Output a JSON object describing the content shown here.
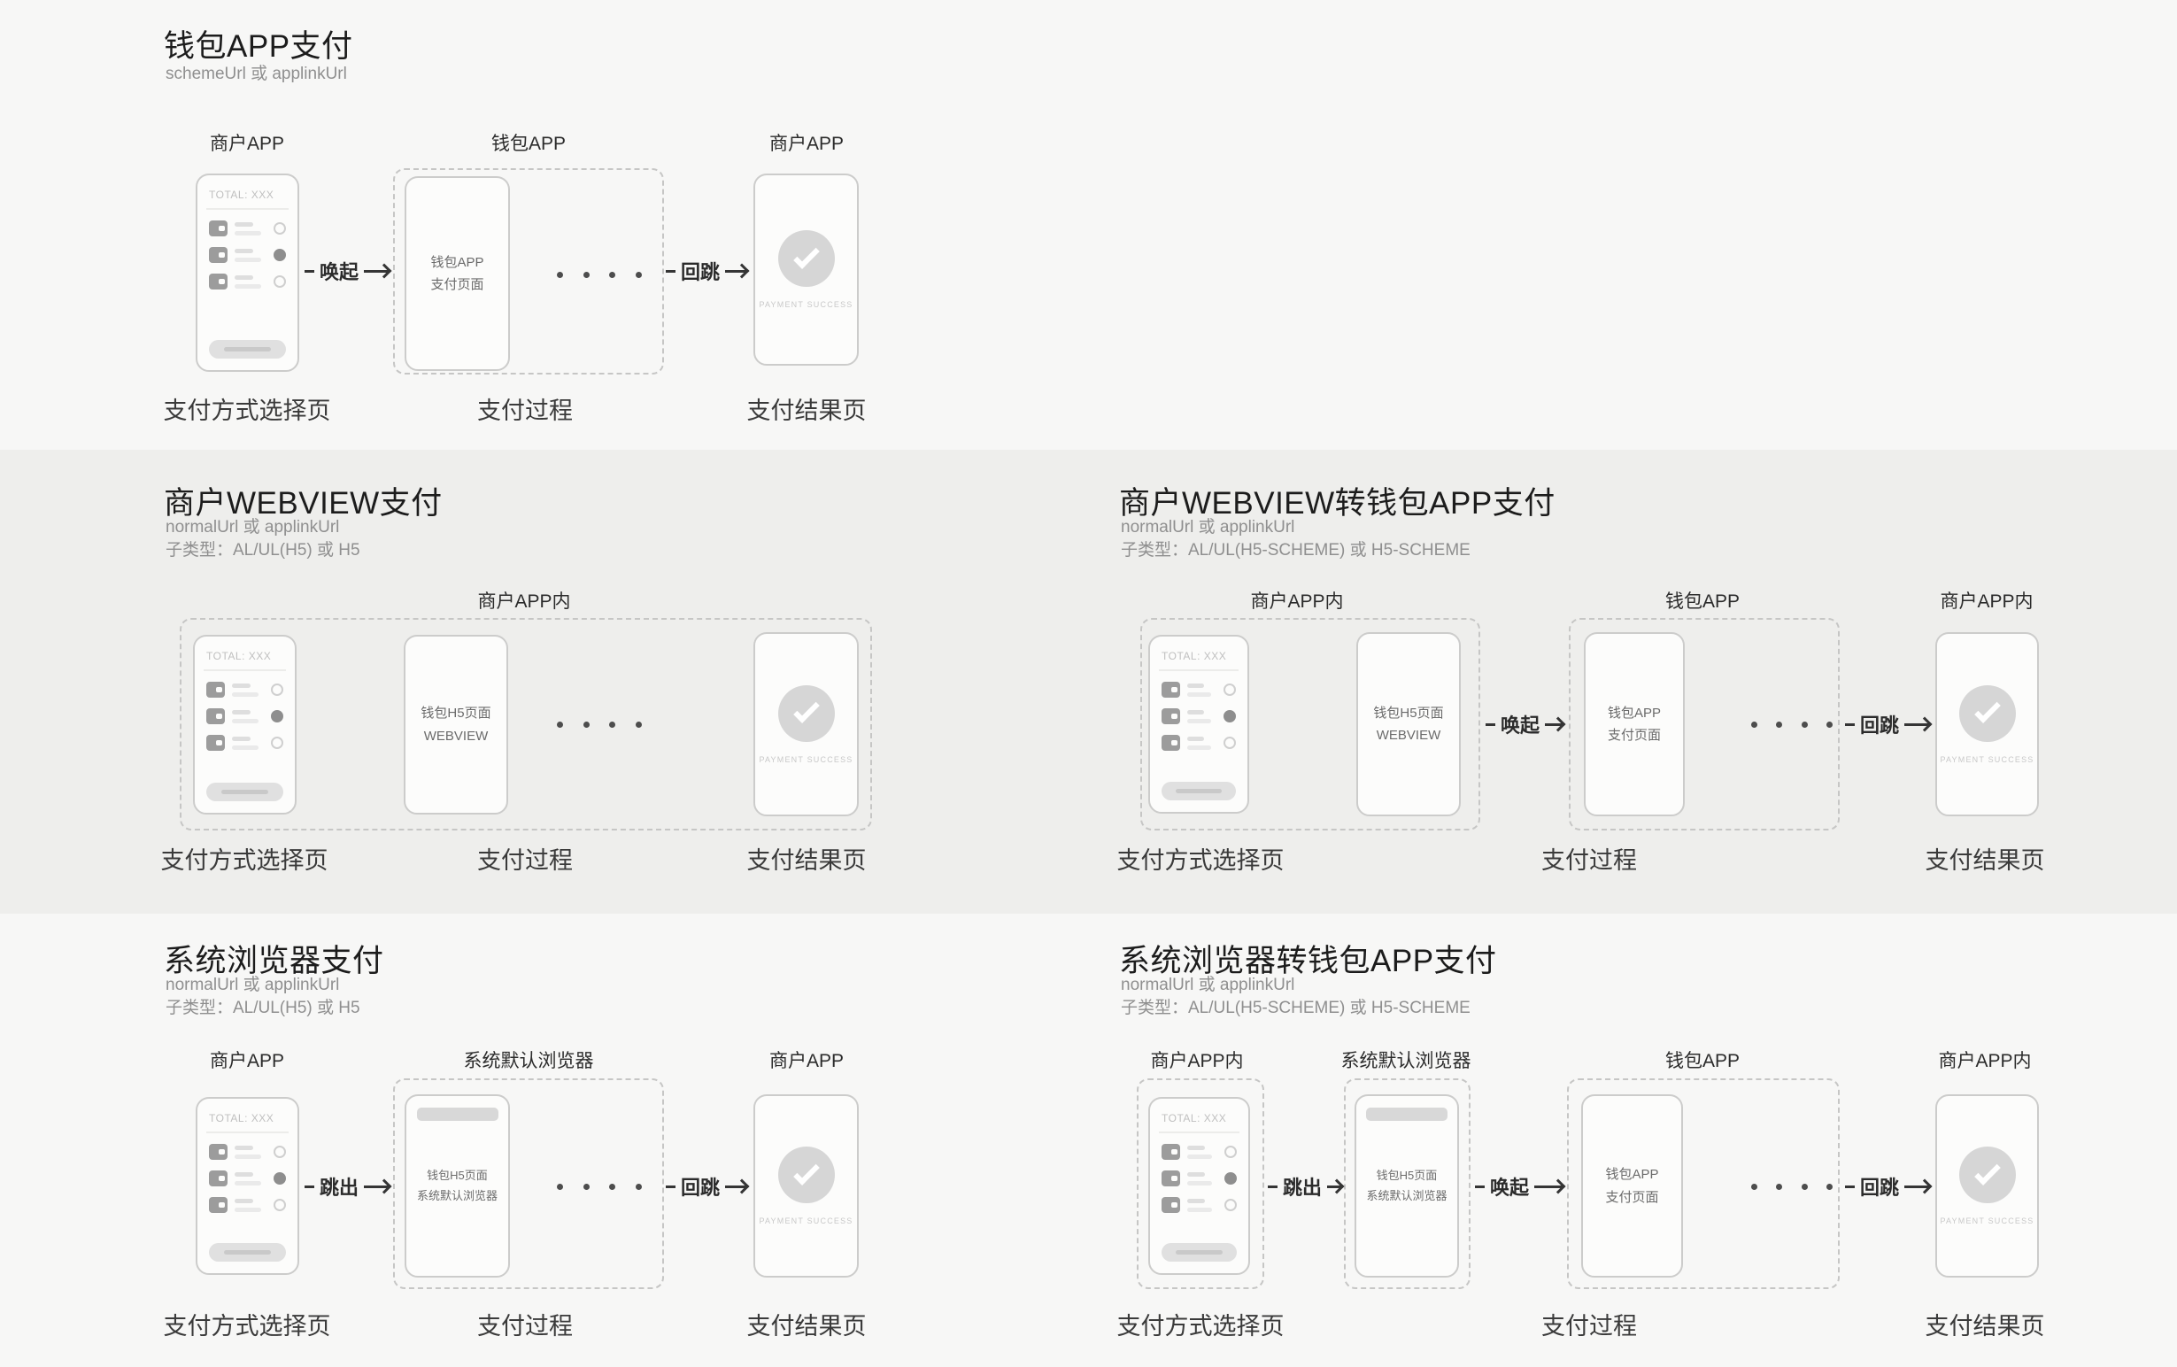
{
  "colors": {
    "band_light": "#f7f7f6",
    "band_mid": "#eeeeec"
  },
  "mock": {
    "total_label": "TOTAL: XXX",
    "success_label": "PAYMENT SUCCESS"
  },
  "sections": {
    "s1": {
      "title": "钱包APP支付",
      "subtitle1": "schemeUrl 或 applinkUrl",
      "top_labels": {
        "merchant_start": "商户APP",
        "wallet": "钱包APP",
        "merchant_end": "商户APP"
      },
      "arrows": {
        "invoke": "唤起",
        "return": "回跳"
      },
      "wallet_phone": {
        "line1": "钱包APP",
        "line2": "支付页面"
      },
      "steps": {
        "select": "支付方式选择页",
        "process": "支付过程",
        "result": "支付结果页"
      }
    },
    "s2": {
      "title": "商户WEBVIEW支付",
      "subtitle1": "normalUrl 或 applinkUrl",
      "subtitle2": "子类型：AL/UL(H5) 或 H5",
      "top_labels": {
        "merchant_container": "商户APP内"
      },
      "h5_phone": {
        "line1": "钱包H5页面",
        "line2": "WEBVIEW"
      },
      "steps": {
        "select": "支付方式选择页",
        "process": "支付过程",
        "result": "支付结果页"
      }
    },
    "s3": {
      "title": "商户WEBVIEW转钱包APP支付",
      "subtitle1": "normalUrl 或 applinkUrl",
      "subtitle2": "子类型：AL/UL(H5-SCHEME) 或 H5-SCHEME",
      "top_labels": {
        "merchant_container": "商户APP内",
        "wallet_container": "钱包APP",
        "merchant_end": "商户APP内"
      },
      "arrows": {
        "invoke": "唤起",
        "return": "回跳"
      },
      "h5_phone": {
        "line1": "钱包H5页面",
        "line2": "WEBVIEW"
      },
      "wallet_phone": {
        "line1": "钱包APP",
        "line2": "支付页面"
      },
      "steps": {
        "select": "支付方式选择页",
        "process": "支付过程",
        "result": "支付结果页"
      }
    },
    "s4": {
      "title": "系统浏览器支付",
      "subtitle1": "normalUrl 或 applinkUrl",
      "subtitle2": "子类型：AL/UL(H5) 或 H5",
      "top_labels": {
        "merchant_start": "商户APP",
        "browser_container": "系统默认浏览器",
        "merchant_end": "商户APP"
      },
      "arrows": {
        "jump_out": "跳出",
        "return": "回跳"
      },
      "h5_phone": {
        "line1": "钱包H5页面",
        "line2": "系统默认浏览器"
      },
      "steps": {
        "select": "支付方式选择页",
        "process": "支付过程",
        "result": "支付结果页"
      }
    },
    "s5": {
      "title": "系统浏览器转钱包APP支付",
      "subtitle1": "normalUrl 或 applinkUrl",
      "subtitle2": "子类型：AL/UL(H5-SCHEME) 或 H5-SCHEME",
      "top_labels": {
        "merchant_start": "商户APP内",
        "browser_container": "系统默认浏览器",
        "wallet_container": "钱包APP",
        "merchant_end": "商户APP内"
      },
      "arrows": {
        "jump_out": "跳出",
        "invoke": "唤起",
        "return": "回跳"
      },
      "h5_phone": {
        "line1": "钱包H5页面",
        "line2": "系统默认浏览器"
      },
      "wallet_phone": {
        "line1": "钱包APP",
        "line2": "支付页面"
      },
      "steps": {
        "select": "支付方式选择页",
        "process": "支付过程",
        "result": "支付结果页"
      }
    }
  }
}
